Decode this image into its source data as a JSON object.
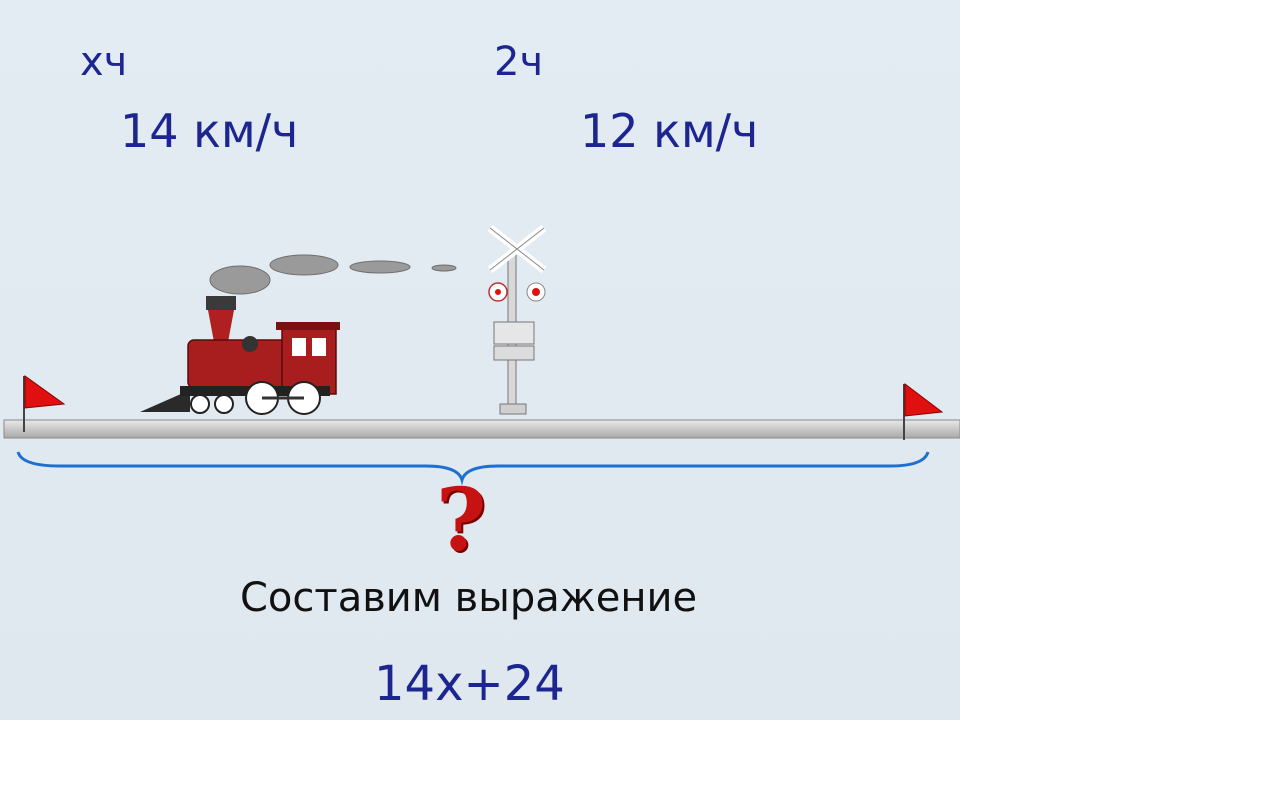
{
  "labels": {
    "time_left": "хч",
    "time_right": "2ч",
    "speed_left": "14 км/ч",
    "speed_right": "12 км/ч"
  },
  "question_mark": "?",
  "caption": "Составим выражение",
  "answer": "14х+24",
  "icons": [
    "locomotive-icon",
    "railroad-crossing-sign-icon",
    "red-flag-icon",
    "curly-brace-icon",
    "question-mark-icon"
  ],
  "colors": {
    "background": "#dfe8f1",
    "text_blue": "#1c2590",
    "brace_blue": "#1d6fd0",
    "train_red": "#a81d1d",
    "flag_red": "#e01010",
    "track_gray": "#c9c9c9"
  }
}
